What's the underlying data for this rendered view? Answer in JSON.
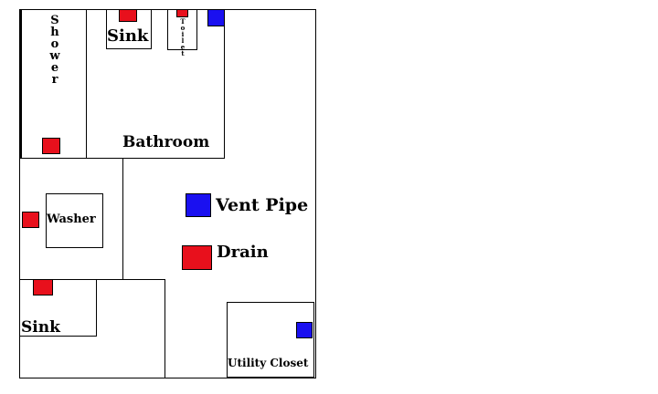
{
  "rooms": {
    "shower": "Shower",
    "sink_top": "Sink",
    "toilet": "Toilet",
    "bathroom": "Bathroom",
    "washer": "Washer",
    "sink_bottom": "Sink",
    "utility_closet": "Utility Closet"
  },
  "legend": {
    "vent_pipe": "Vent Pipe",
    "drain": "Drain"
  },
  "colors": {
    "drain": "#e8101c",
    "vent": "#1a10f0"
  }
}
